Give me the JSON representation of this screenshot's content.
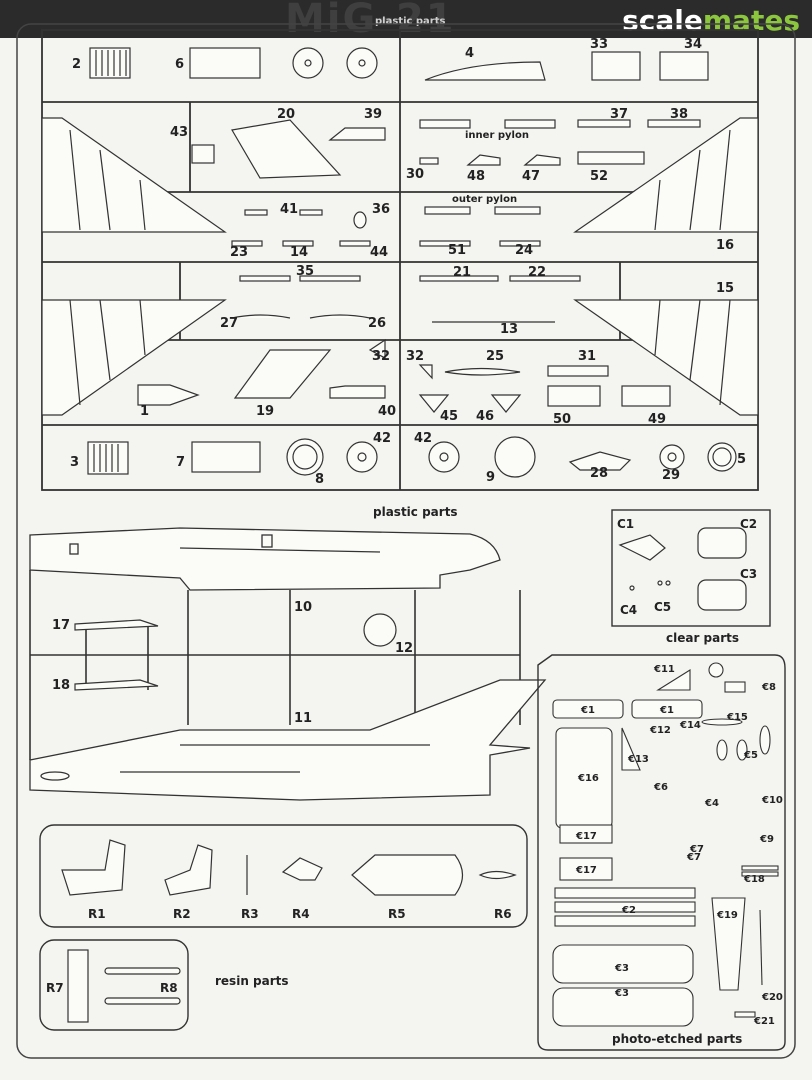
{
  "header": {
    "title_text": "MiG-21",
    "watermark_a": "scale",
    "watermark_b": "mates",
    "top_caption": "plastic parts",
    "accent_green": "#8cc63f",
    "bar_color": "#2b2b2b"
  },
  "sprue_a": {
    "labels": {
      "p2": "2",
      "p6": "6",
      "p4": "4",
      "p33": "33",
      "p34": "34",
      "p20": "20",
      "p39": "39",
      "p37": "37",
      "p38": "38",
      "p43": "43",
      "inner_pylon": "inner pylon",
      "p30": "30",
      "p48": "48",
      "p47": "47",
      "p52": "52",
      "p41": "41",
      "p36": "36",
      "outer_pylon": "outer pylon",
      "p23": "23",
      "p14": "14",
      "p44": "44",
      "p51": "51",
      "p24": "24",
      "p16": "16",
      "p35": "35",
      "p21": "21",
      "p22": "22",
      "p15": "15",
      "p27": "27",
      "p26": "26",
      "p13": "13",
      "p32a": "32",
      "p32b": "32",
      "p25": "25",
      "p31": "31",
      "p1": "1",
      "p19": "19",
      "p40": "40",
      "p45": "45",
      "p46": "46",
      "p50": "50",
      "p49": "49",
      "p3": "3",
      "p7": "7",
      "p8": "8",
      "p42a": "42",
      "p42b": "42",
      "p9": "9",
      "p28": "28",
      "p29": "29",
      "p5": "5"
    },
    "caption": "plastic parts"
  },
  "sprue_b": {
    "labels": {
      "p17": "17",
      "p18": "18",
      "p10": "10",
      "p11": "11",
      "p12": "12"
    }
  },
  "clear_parts": {
    "labels": {
      "c1": "C1",
      "c2": "C2",
      "c3": "C3",
      "c4": "C4",
      "c5": "C5"
    },
    "caption": "clear parts"
  },
  "resin_parts": {
    "labels": {
      "r1": "R1",
      "r2": "R2",
      "r3": "R3",
      "r4": "R4",
      "r5": "R5",
      "r6": "R6",
      "r7": "R7",
      "r8": "R8"
    },
    "caption": "resin parts"
  },
  "photo_etched": {
    "labels": {
      "e11": "€11",
      "e8": "€8",
      "e1a": "€1",
      "e1b": "€1",
      "e12": "€12",
      "e14": "€14",
      "e15": "€15",
      "e13": "€13",
      "e5": "€5",
      "e16": "€16",
      "e6": "€6",
      "e4": "€4",
      "e10": "€10",
      "e17a": "€17",
      "e17b": "€17",
      "e9": "€9",
      "e7a": "€7",
      "e7b": "€7",
      "e18": "€18",
      "e2": "€2",
      "e19": "€19",
      "e3a": "€3",
      "e3b": "€3",
      "e20": "€20",
      "e21": "€21"
    },
    "caption": "photo-etched parts"
  }
}
